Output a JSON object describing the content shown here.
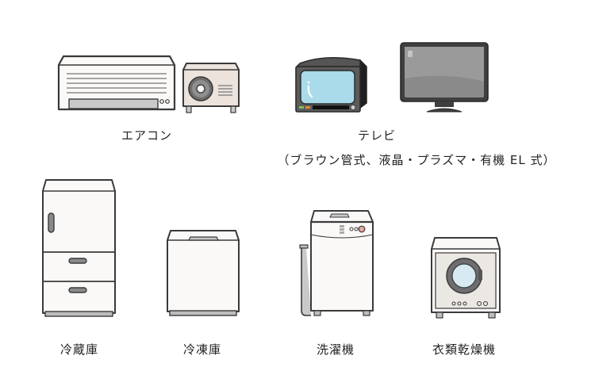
{
  "items": [
    {
      "id": "aircon",
      "label": "エアコン",
      "icons": [
        "air-conditioner-indoor-unit",
        "air-conditioner-outdoor-unit"
      ]
    },
    {
      "id": "tv",
      "label": "テレビ",
      "sublabel": "（ブラウン管式、液晶・プラズマ・有機 EL 式）",
      "icons": [
        "crt-television",
        "flat-panel-television"
      ]
    },
    {
      "id": "refrigerator",
      "label": "冷蔵庫",
      "icons": [
        "refrigerator"
      ]
    },
    {
      "id": "freezer",
      "label": "冷凍庫",
      "icons": [
        "chest-freezer"
      ]
    },
    {
      "id": "washer",
      "label": "洗濯機",
      "icons": [
        "washing-machine"
      ]
    },
    {
      "id": "dryer",
      "label": "衣類乾燥機",
      "icons": [
        "clothes-dryer"
      ]
    }
  ],
  "colors": {
    "outline": "#3a3a3a",
    "appliance_white": "#fbf9f8",
    "appliance_beige": "#ebe3dc",
    "grey_dark": "#4a4a4a",
    "grey_mid": "#8a8a8a",
    "grey_light": "#c9c9c9",
    "crt_screen": "#a9dbea",
    "led_green": "#7cc05a",
    "led_orange": "#e08a3a",
    "washer_button_pink": "#e7a6a0",
    "dryer_glass": "#d7eaf3"
  }
}
